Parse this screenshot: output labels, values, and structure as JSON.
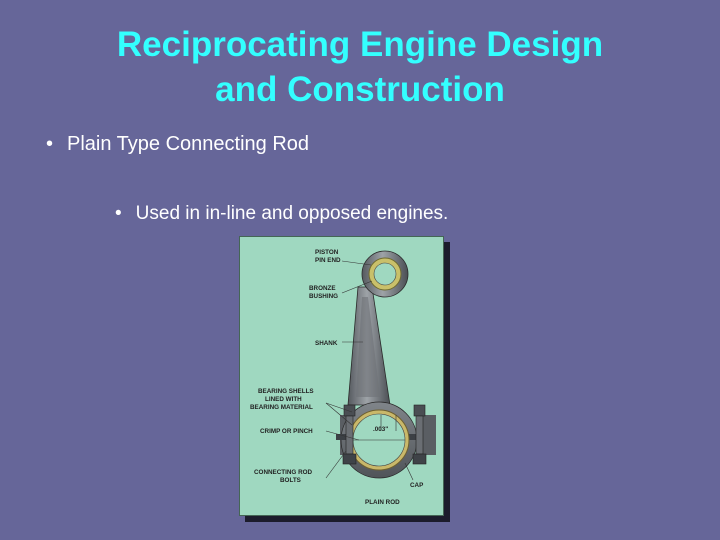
{
  "slide": {
    "title_line1": "Reciprocating Engine Design",
    "title_line2": "and Construction",
    "bullet_glyph": "•",
    "bullet1": "Plain Type Connecting Rod",
    "bullet2": "Used in in-line and opposed engines."
  },
  "diagram": {
    "labels": {
      "piston": "PISTON",
      "pin_end": "PIN END",
      "bronze": "BRONZE",
      "bushing": "BUSHING",
      "shank": "SHANK",
      "bearing1": "BEARING SHELLS",
      "bearing2": "LINED WITH",
      "bearing3": "BEARING MATERIAL",
      "crimp": "CRIMP OR PINCH",
      "clearance": ".003\"",
      "rod1": "CONNECTING ROD",
      "rod2": "BOLTS",
      "cap": "CAP",
      "caption": "PLAIN ROD"
    }
  },
  "colors": {
    "background": "#666699",
    "title": "#33ffff",
    "text": "#ffffff",
    "figure_bg": "#9fd8c0"
  }
}
